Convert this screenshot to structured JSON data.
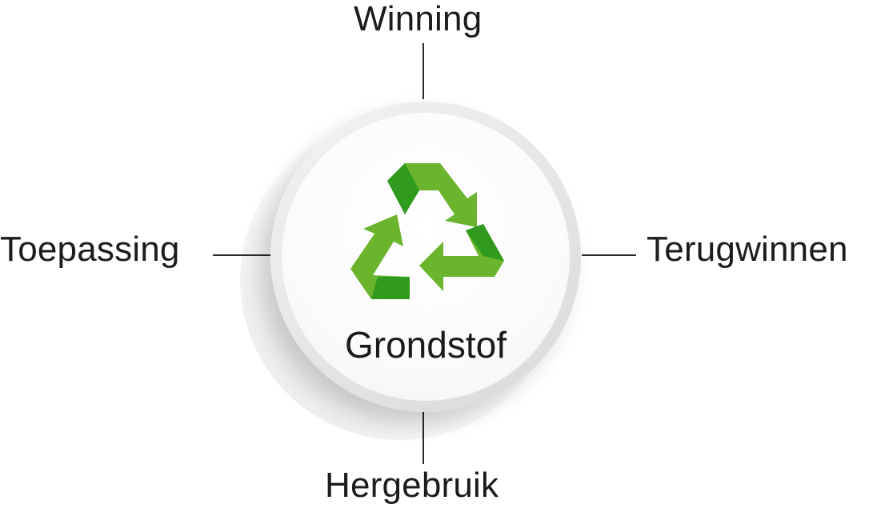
{
  "diagram": {
    "center": {
      "title": "Grondstof",
      "icon": "recycle-icon"
    },
    "nodes": {
      "top": "Winning",
      "right": "Terugwinnen",
      "bottom": "Hergebruik",
      "left": "Toepassing"
    },
    "colors": {
      "green_light": "#6ab42e",
      "green_dark": "#2f9a1e",
      "line": "#2a2a2a",
      "text": "#1c1c1c"
    }
  }
}
